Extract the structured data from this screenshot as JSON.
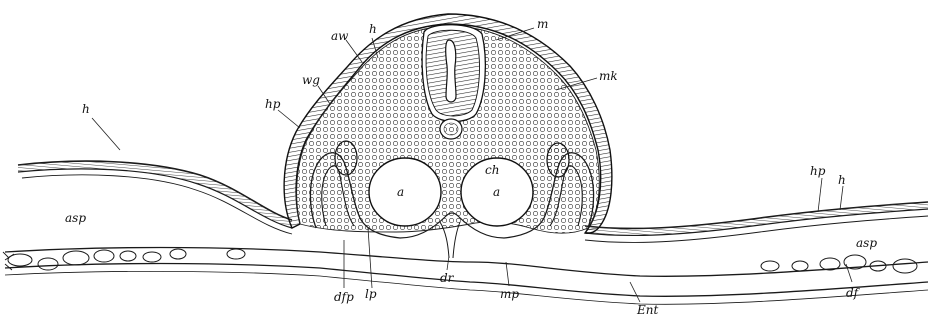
{
  "labels": {
    "h_left": "h",
    "h_top": "h",
    "h_right": "h",
    "m": "m",
    "aw": "aw",
    "mk": "mk",
    "wg": "wg",
    "hp_left": "hp",
    "hp_right": "hp",
    "a_left": "a",
    "a_right": "a",
    "ch": "ch",
    "asp_left": "asp",
    "asp_right": "asp",
    "dfp": "dfp",
    "lp": "lp",
    "dr": "dr",
    "mp": "mp",
    "ent": "Ent",
    "df": "df"
  },
  "colors": {
    "ink": "#1a1a1a",
    "paper": "#ffffff"
  }
}
